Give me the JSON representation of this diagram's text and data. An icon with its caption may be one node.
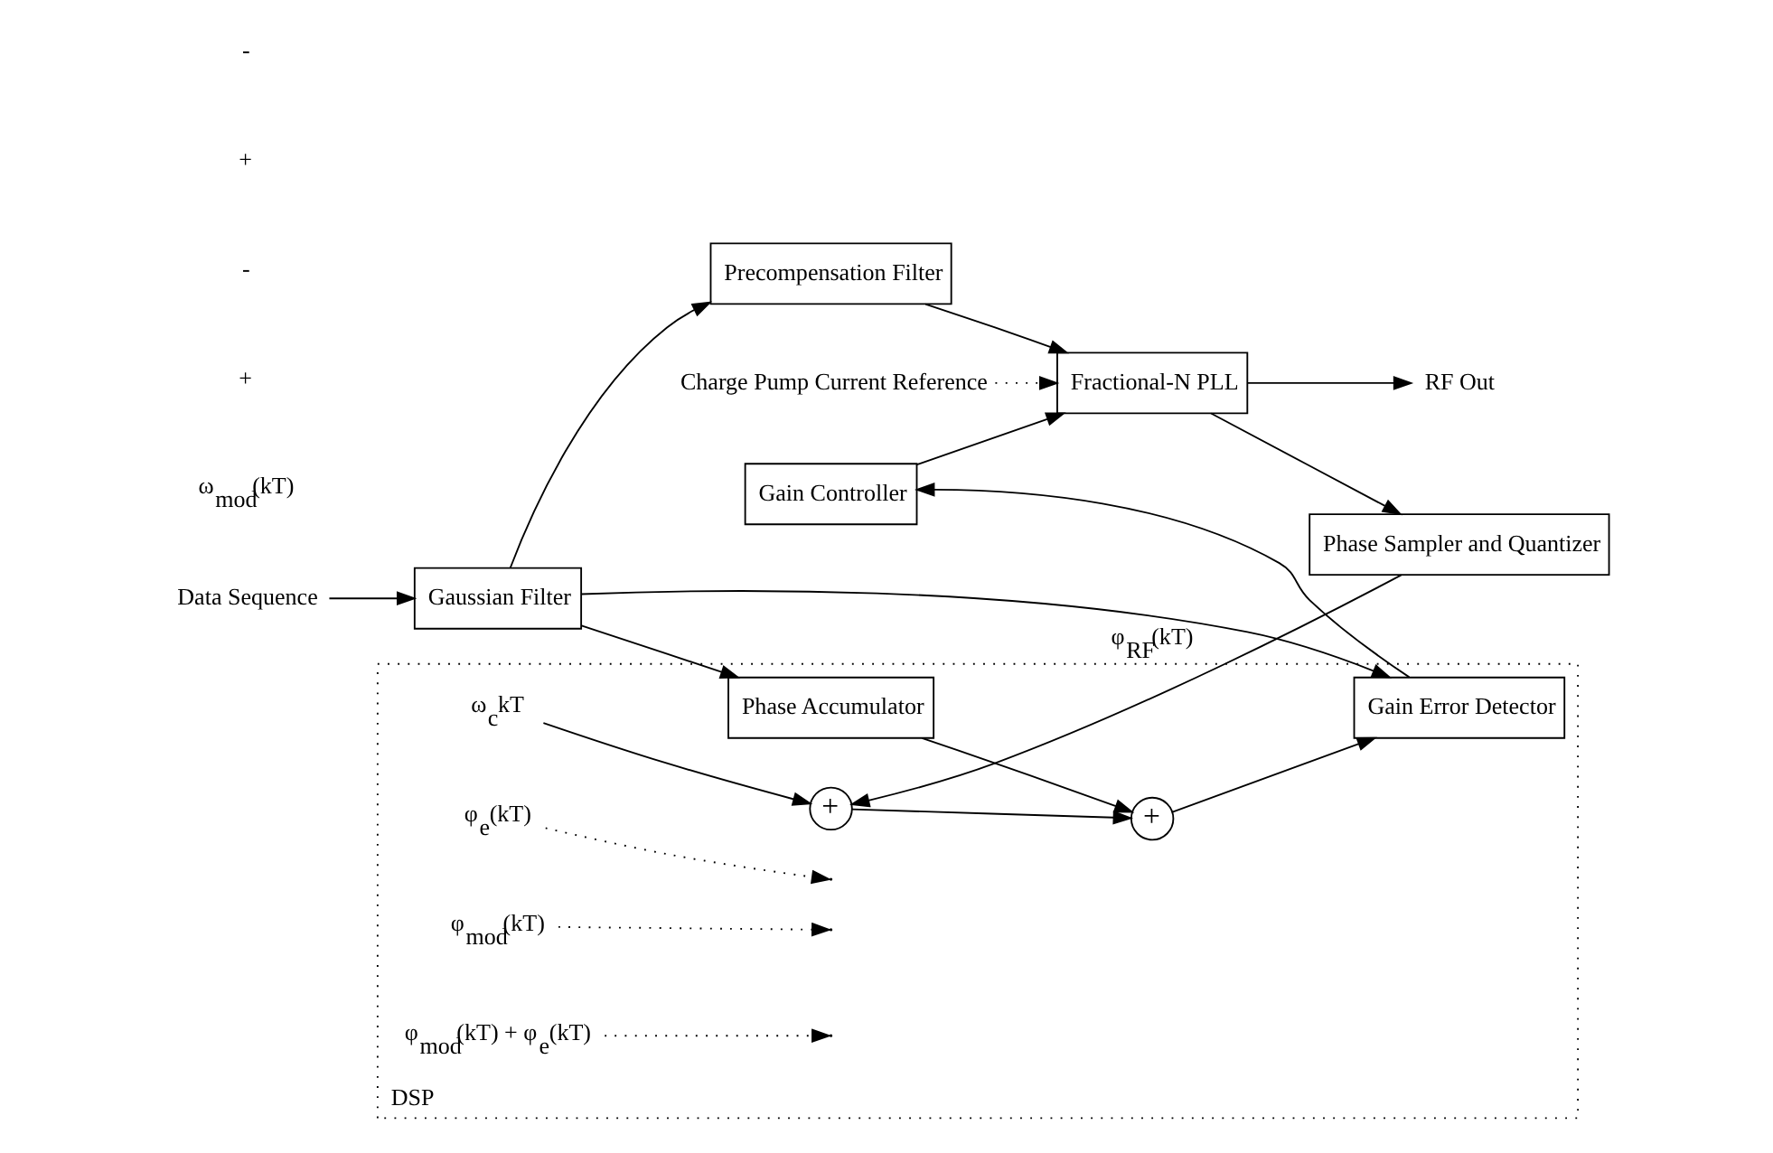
{
  "diagram": {
    "nodes": [
      {
        "text": [
          "Data Sequence"
        ]
      },
      {
        "text": [
          "Gaussian Filter"
        ]
      },
      {
        "text": [
          "Precompensation Filter"
        ]
      },
      {
        "text": [
          "Fractional-N PLL"
        ]
      },
      {
        "text": [
          "RF Out"
        ]
      },
      {
        "text": [
          "Phase Sampler and Quantizer"
        ]
      },
      {
        "text": [
          "Charge Pump Current Reference"
        ]
      },
      {
        "text": [
          "Gain Controller"
        ]
      },
      {
        "text": [
          "DSP"
        ]
      },
      {
        "text": [
          "Gain Error Detector"
        ],
        "in": 8
      },
      {
        "text": [
          "Phase Accumulator"
        ],
        "in": 8
      },
      {
        "text": [
          "+"
        ],
        "in": 8
      },
      {
        "text": [
          "+"
        ],
        "in": 8
      },
      {
        "text": [
          "ω$_{c}$kT"
        ],
        "in": 8
      },
      {
        "text": [
          "φ$_{e}$(kT)"
        ],
        "in": 8
      },
      {
        "text": [
          "φ$_{mod}$(kT)"
        ],
        "in": 8
      },
      {
        "text": [
          "φ$_{mod}$(kT) + φ$_{e}$(kT)"
        ],
        "in": 8
      }
    ],
    "edges": [
      {
        "from": 0,
        "to": 1,
        "arrow": "to"
      },
      {
        "from": 1,
        "to": 2,
        "arrow": "to"
      },
      {
        "from": 2,
        "to": 3,
        "arrow": "to"
      },
      {
        "from": 3,
        "to": 4,
        "arrow": "to"
      },
      {
        "from": 3,
        "to": 5,
        "arrow": "to"
      },
      {
        "from": 6,
        "to": 3,
        "arrow": "to",
        "style": "dashed"
      },
      {
        "from": 7,
        "to": 3,
        "arrow": "to"
      },
      {
        "from": 9,
        "to": 7,
        "arrow": "to"
      },
      {
        "from": 1,
        "to": 9,
        "arrow": "to"
      },
      {
        "from": 1,
        "to": 10,
        "arrow": "to"
      },
      {
        "from": 5,
        "to": 12,
        "arrow": "to",
        "label": "φ$_{RF}$(kT)"
      },
      {
        "from": 11,
        "to": 9,
        "arrow": "to"
      },
      {
        "from": 10,
        "to": 11,
        "arrow": "to"
      },
      {
        "from": 12,
        "to": 11,
        "arrow": "to"
      },
      {
        "from": 13,
        "to": 12,
        "arrow": "to"
      },
      {
        "from": 14,
        "to": null,
        "arrow": "to",
        "style": "dashed"
      },
      {
        "from": 15,
        "to": null,
        "arrow": "to",
        "style": "dashed"
      },
      {
        "from": 16,
        "to": null,
        "arrow": "to",
        "style": "dashed"
      }
    ],
    "labels": [
      "ω$_{mod}$(kT)",
      "+",
      "-",
      "+",
      "-"
    ]
  }
}
